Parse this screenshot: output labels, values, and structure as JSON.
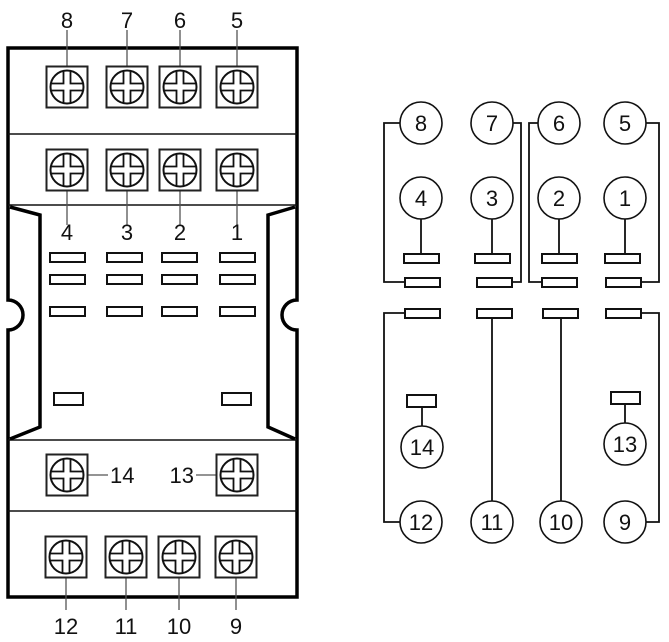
{
  "diagram": {
    "title": "14-pin relay socket base and internal wiring schematic",
    "base": {
      "top_row_terminals": [
        "8",
        "7",
        "6",
        "5"
      ],
      "second_row_terminals": [
        "4",
        "3",
        "2",
        "1"
      ],
      "coil_terminals": [
        "14",
        "13"
      ],
      "bottom_row_terminals": [
        "12",
        "11",
        "10",
        "9"
      ]
    },
    "schematic": {
      "nc_pins": [
        "8",
        "7",
        "6",
        "5"
      ],
      "common_pins": [
        "4",
        "3",
        "2",
        "1"
      ],
      "no_pins": [
        "12",
        "11",
        "10",
        "9"
      ],
      "coil_pins": [
        "14",
        "13"
      ]
    }
  }
}
